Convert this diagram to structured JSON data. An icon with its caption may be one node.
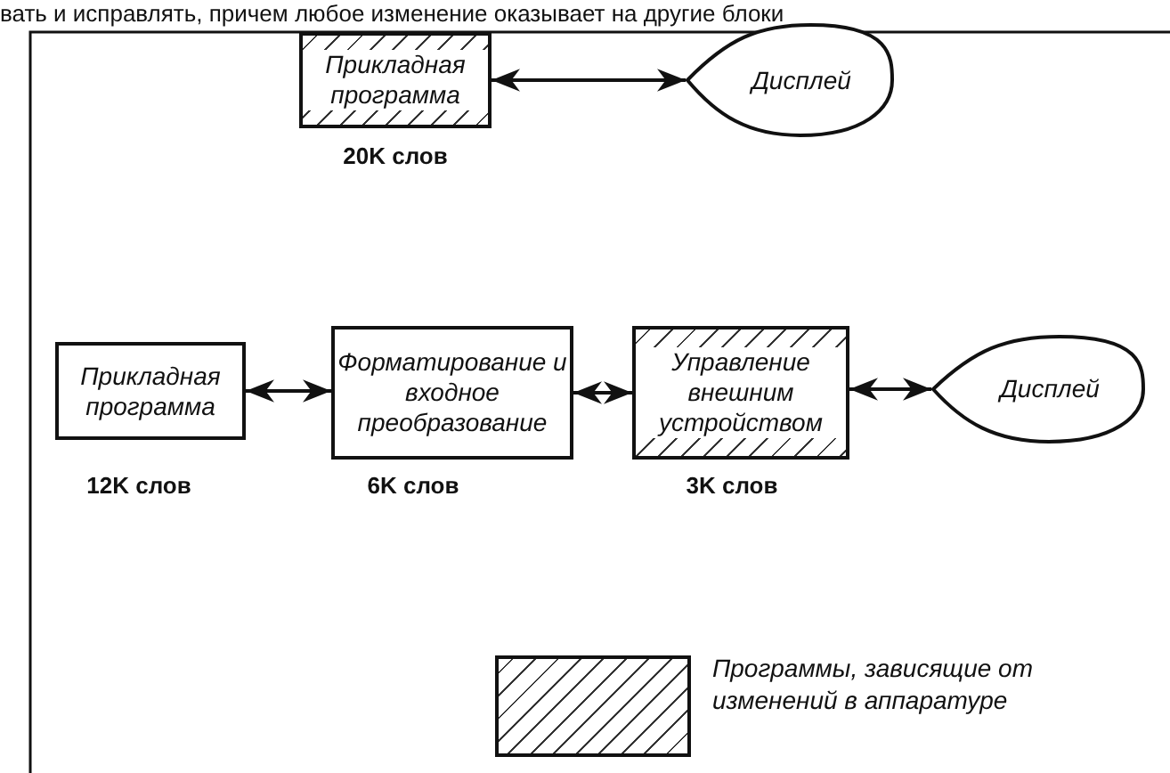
{
  "diagram": {
    "nodes": [
      {
        "text": [
          "Прикладная программа"
        ],
        "beside": [
          "20K слов"
        ]
      },
      {
        "text": [
          "Дисплей"
        ]
      },
      {
        "text": [
          "Прикладная программа"
        ],
        "beside": [
          "12K слов"
        ]
      },
      {
        "text": [
          "Форматирование и входное преобразование"
        ],
        "beside": [
          "6K слов"
        ]
      },
      {
        "text": [
          "Управление внешним устройством"
        ],
        "beside": [
          "3K слов"
        ]
      },
      {
        "text": [
          "Дисплей"
        ]
      }
    ],
    "edges": [
      {
        "from": 0,
        "to": 1,
        "arrow": "both"
      },
      {
        "from": 2,
        "to": 3,
        "arrow": "both"
      },
      {
        "from": 3,
        "to": 4,
        "arrow": "both"
      },
      {
        "from": 4,
        "to": 5,
        "arrow": "both"
      }
    ],
    "labels": [
      "вать и исправлять, причем любое изменение оказывает на другие блоки"
    ],
    "legend": [
      {
        "text": "Программы, зависящие от изменений в аппаратуре"
      }
    ]
  }
}
